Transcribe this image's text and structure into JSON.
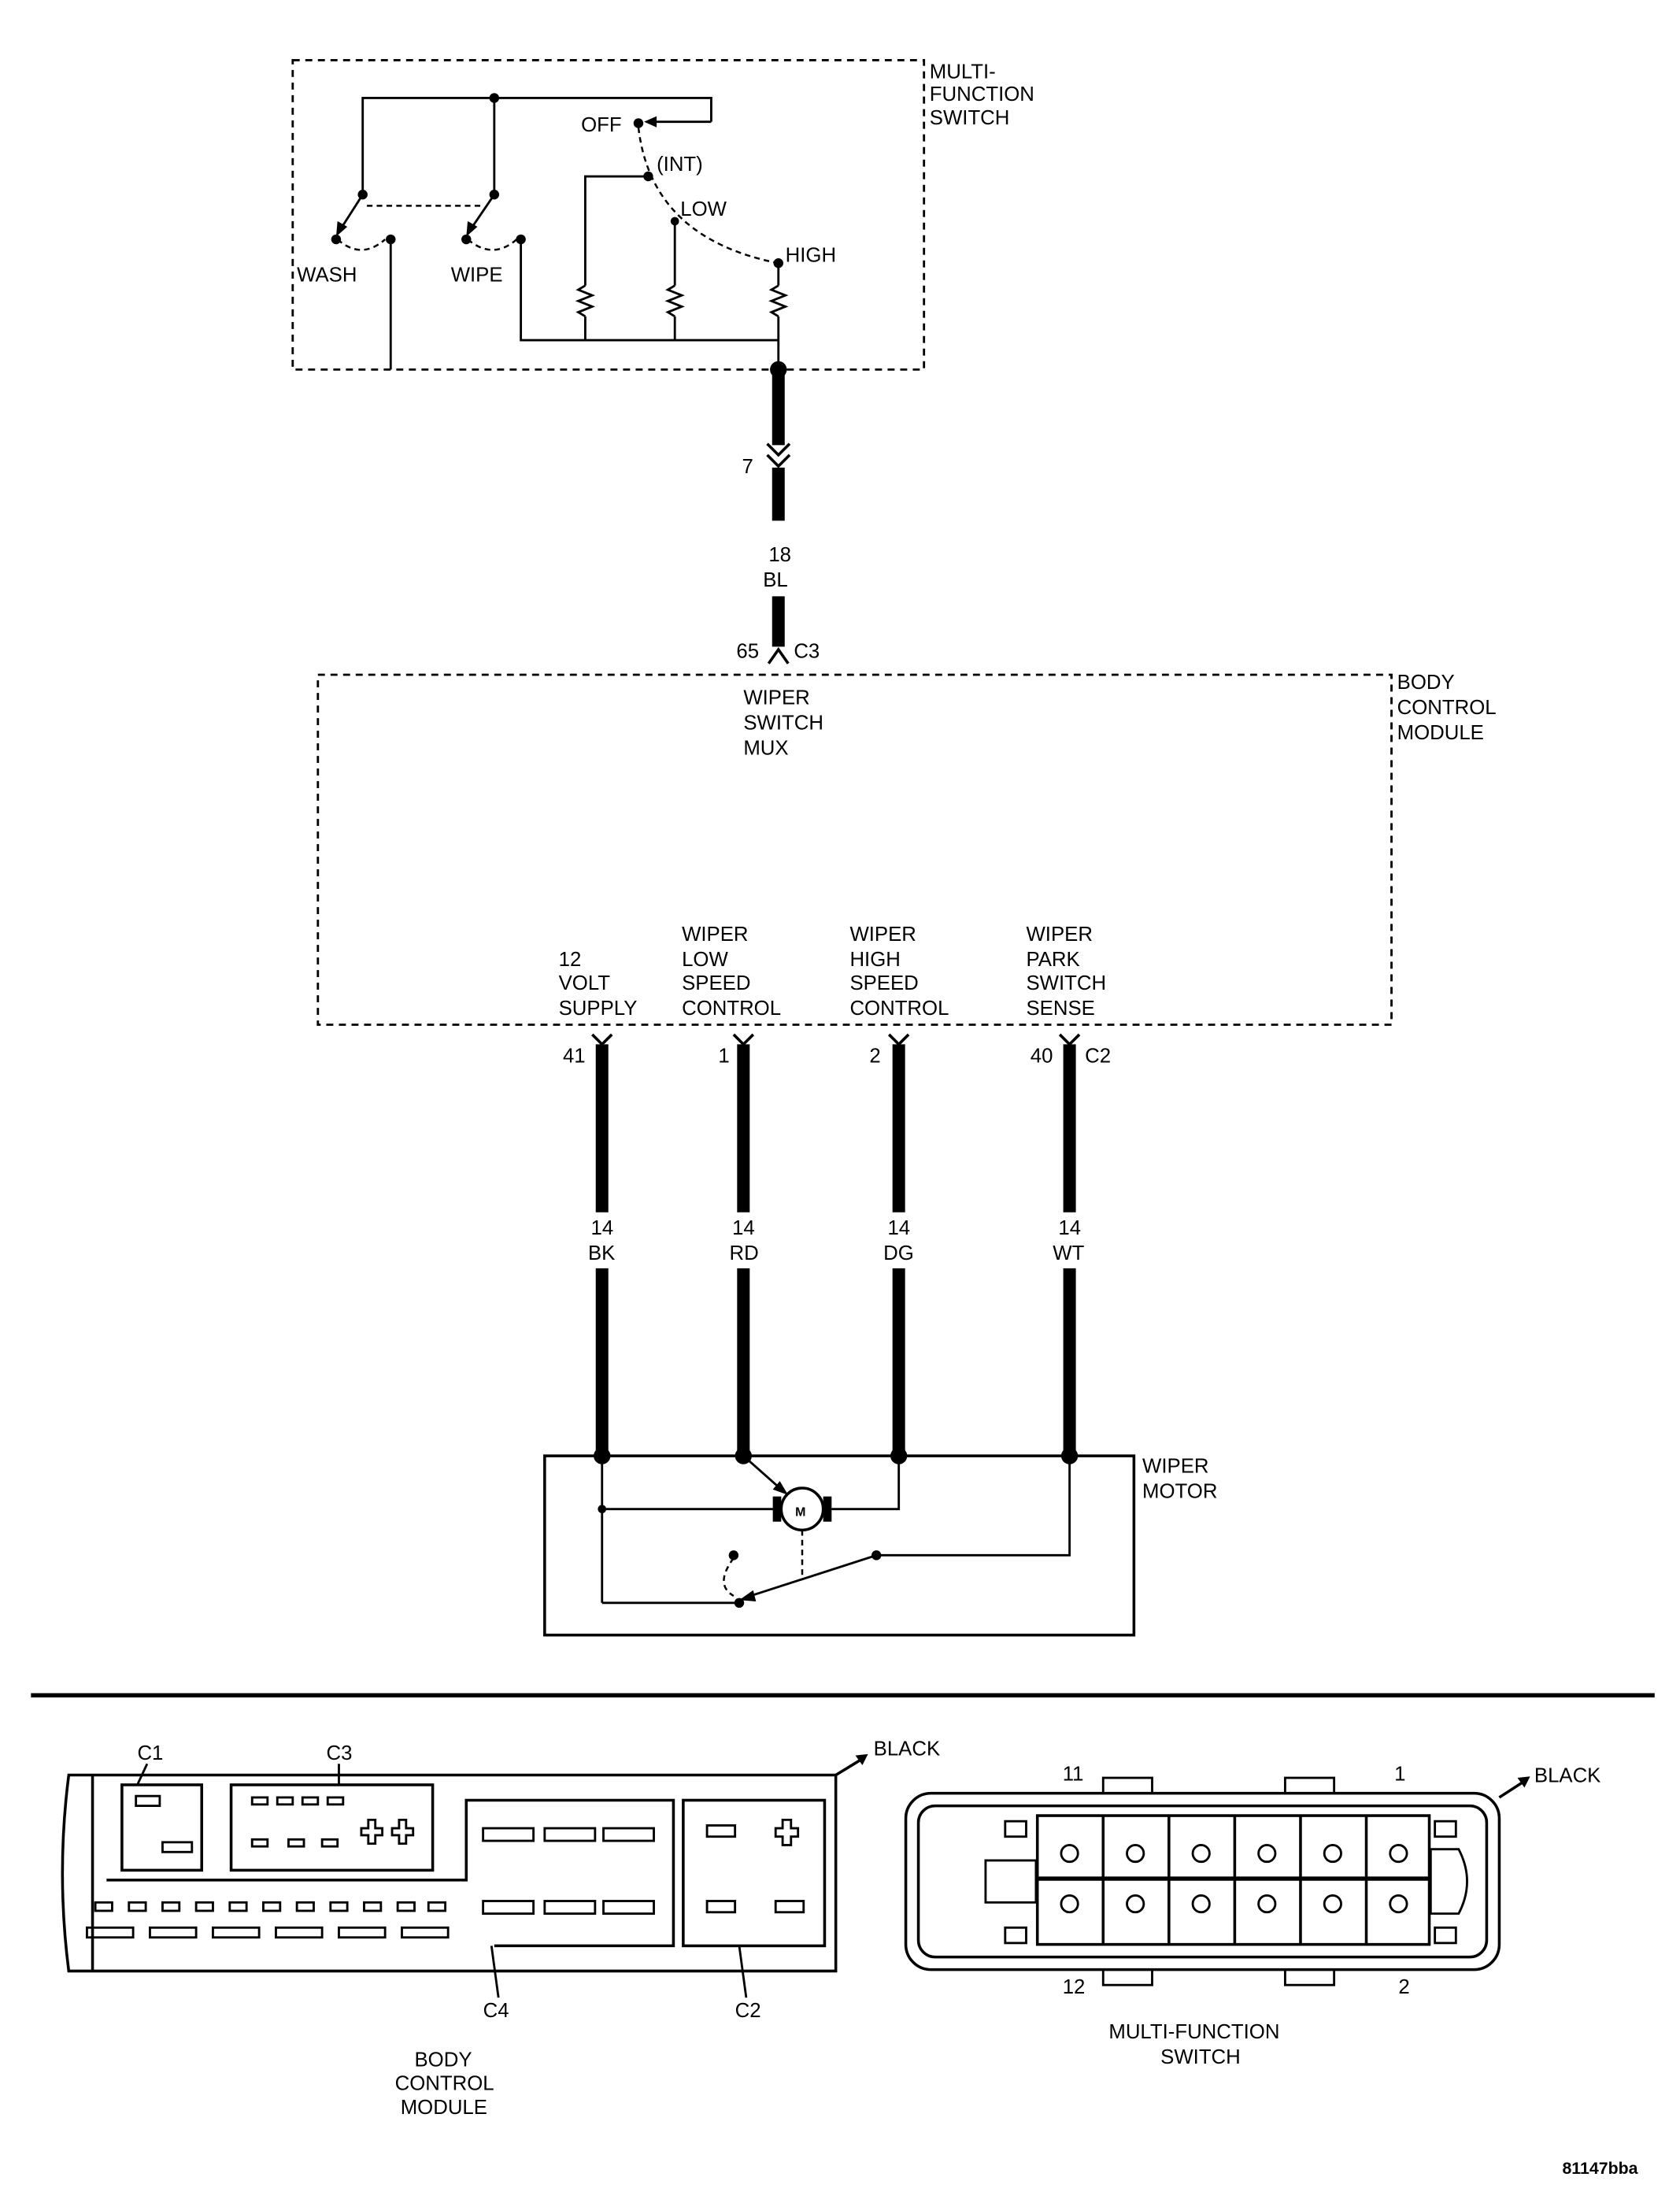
{
  "switch": {
    "title_lines": [
      "MULTI-",
      "FUNCTION",
      "SWITCH"
    ],
    "positions": {
      "off": "OFF",
      "int": "(INT)",
      "low": "LOW",
      "high": "HIGH"
    },
    "wash": "WASH",
    "wipe": "WIPE"
  },
  "wire_main": {
    "splice": "7",
    "gauge": "18",
    "color": "BL",
    "pin": "65",
    "connector": "C3"
  },
  "bcm": {
    "title_lines": [
      "BODY",
      "CONTROL",
      "MODULE"
    ],
    "mux_lines": [
      "WIPER",
      "SWITCH",
      "MUX"
    ],
    "circuits": [
      {
        "label_lines": [
          "12",
          "VOLT",
          "SUPPLY"
        ],
        "pin": "41",
        "gauge": "14",
        "color": "BK"
      },
      {
        "label_lines": [
          "WIPER",
          "LOW",
          "SPEED",
          "CONTROL"
        ],
        "pin": "1",
        "gauge": "14",
        "color": "RD"
      },
      {
        "label_lines": [
          "WIPER",
          "HIGH",
          "SPEED",
          "CONTROL"
        ],
        "pin": "2",
        "gauge": "14",
        "color": "DG"
      },
      {
        "label_lines": [
          "WIPER",
          "PARK",
          "SWITCH",
          "SENSE"
        ],
        "pin": "40",
        "gauge": "14",
        "color": "WT"
      }
    ],
    "circuit_connector": "C2"
  },
  "motor": {
    "title_lines": [
      "WIPER",
      "MOTOR"
    ],
    "symbol": "M"
  },
  "bcm_connector_view": {
    "connectors": [
      "C1",
      "C3",
      "C4",
      "C2"
    ],
    "color": "BLACK",
    "name_lines": [
      "BODY",
      "CONTROL",
      "MODULE"
    ]
  },
  "mfs_connector_view": {
    "pins": [
      "11",
      "1",
      "12",
      "2"
    ],
    "color": "BLACK",
    "name_lines": [
      "MULTI-FUNCTION",
      "SWITCH"
    ]
  },
  "figure_id": "81147bba"
}
